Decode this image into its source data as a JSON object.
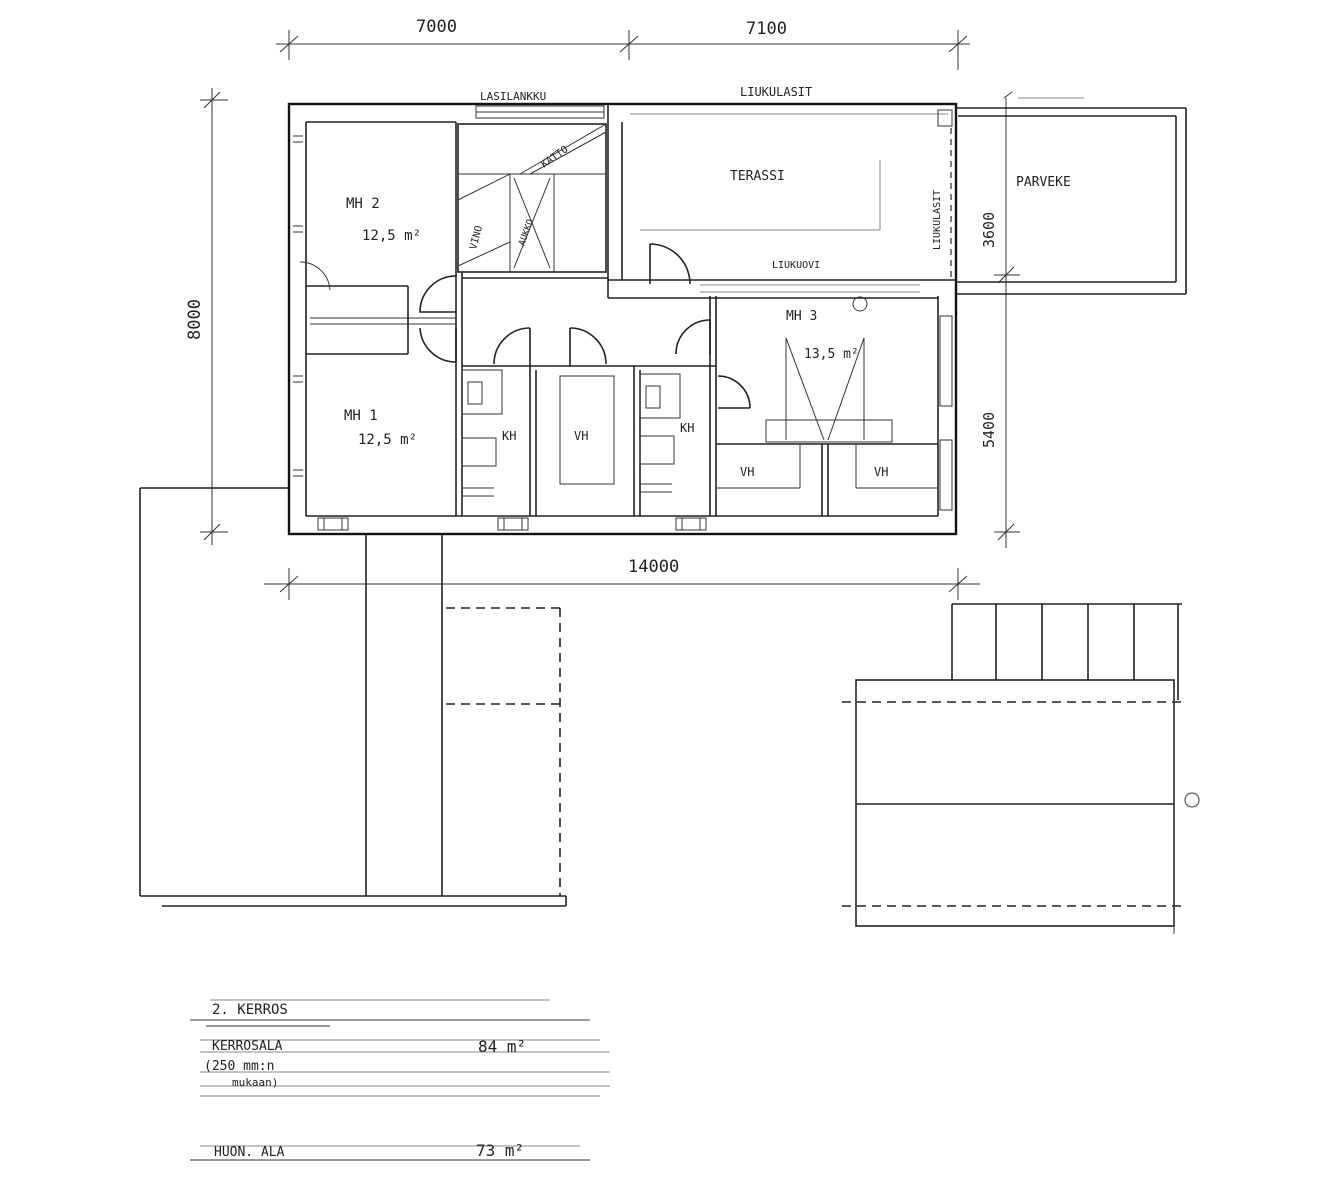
{
  "plan": {
    "dimensions": {
      "top_left": "7000",
      "top_right": "7100",
      "left": "8000",
      "bottom": "14000",
      "right_upper": "3600",
      "right_lower": "5400"
    },
    "labels": {
      "lasilankku": "LASILANKKU",
      "liukulasit_top": "LIUKULASIT",
      "liukulasit_side": "LIUKULASIT",
      "terassi": "TERASSI",
      "parveke": "PARVEKE",
      "katto": "KATTO",
      "vino": "VINO",
      "aukko": "AUKKO",
      "liukuovi": "LIUKUOVI"
    },
    "rooms": {
      "mh2_name": "MH 2",
      "mh2_area": "12,5 m²",
      "mh1_name": "MH 1",
      "mh1_area": "12,5 m²",
      "mh3_name": "MH 3",
      "mh3_area": "13,5 m²",
      "kh1": "KH",
      "kh2": "KH",
      "vh1": "VH",
      "vh2": "VH",
      "vh3": "VH"
    }
  },
  "legend": {
    "floor": "2. KERROS",
    "kerrosala_label": "KERROSALA",
    "kerrosala_value": "84 m²",
    "note_line1": "(250 mm:n",
    "note_line2": "mukaan)",
    "huoneistoala_label": "HUON. ALA",
    "huoneistoala_value": "73 m²"
  }
}
